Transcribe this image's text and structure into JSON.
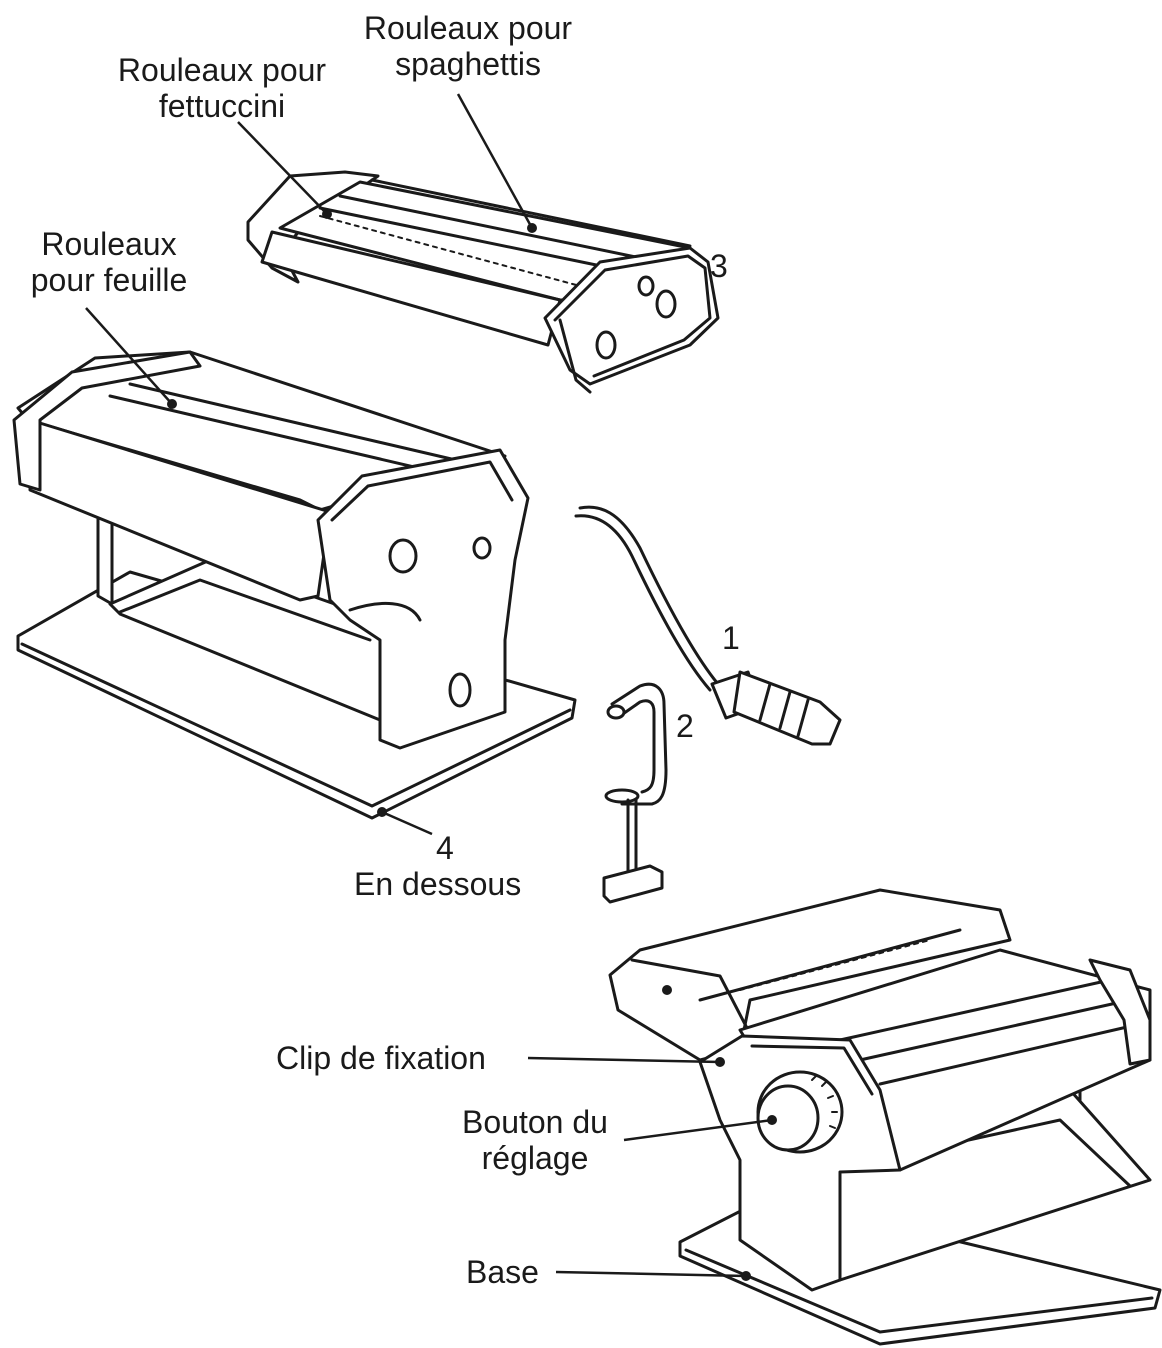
{
  "labels": {
    "spaghetti_rollers": [
      "Rouleaux pour",
      "spaghettis"
    ],
    "fettuccini_rollers": [
      "Rouleaux pour",
      "fettuccini"
    ],
    "sheet_rollers": [
      "Rouleaux",
      "pour feuille"
    ],
    "part_1": "1",
    "part_2": "2",
    "part_3": "3",
    "part_4": "4",
    "underneath": "En dessous",
    "clamp": "Clip de fixation",
    "adjust_knob": [
      "Bouton du",
      "réglage"
    ],
    "base": "Base"
  },
  "colors": {
    "line": "#1a1a1a",
    "background": "#ffffff"
  }
}
